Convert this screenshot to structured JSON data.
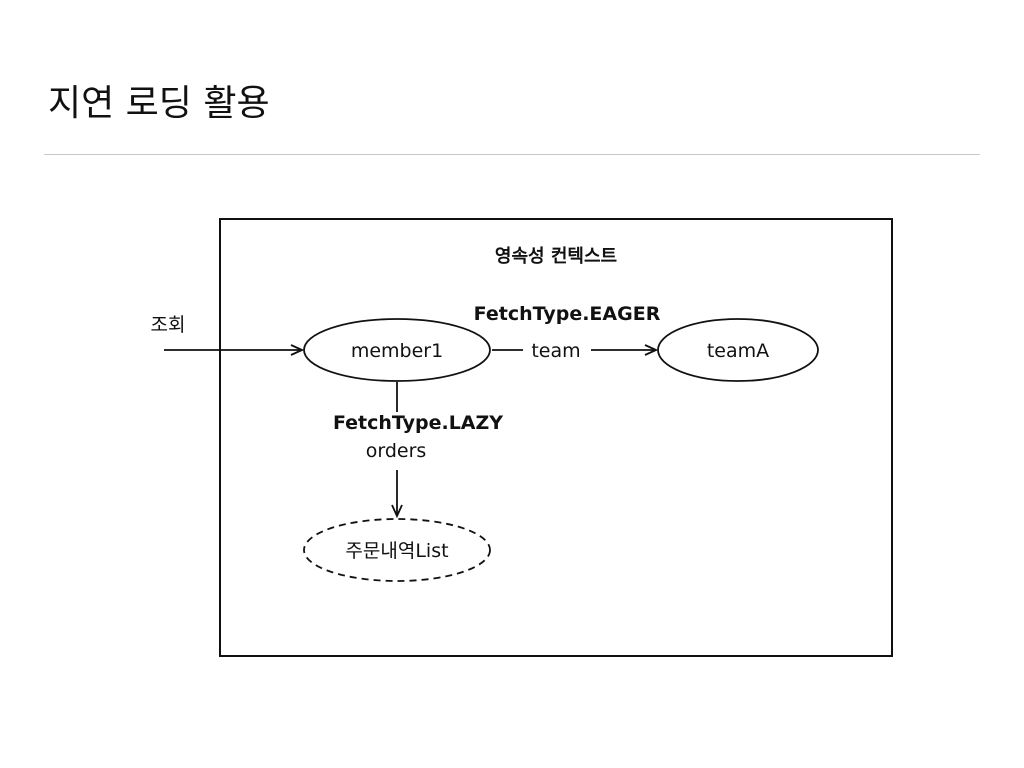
{
  "slide": {
    "title": "지연 로딩 활용"
  },
  "diagram": {
    "context_label": "영속성 컨텍스트",
    "query_label": "조회",
    "nodes": {
      "member": "member1",
      "team": "teamA",
      "orders_list": "주문내역List"
    },
    "edges": {
      "team_fetch_type": "FetchType.EAGER",
      "team_field": "team",
      "orders_fetch_type": "FetchType.LAZY",
      "orders_field": "orders"
    }
  }
}
